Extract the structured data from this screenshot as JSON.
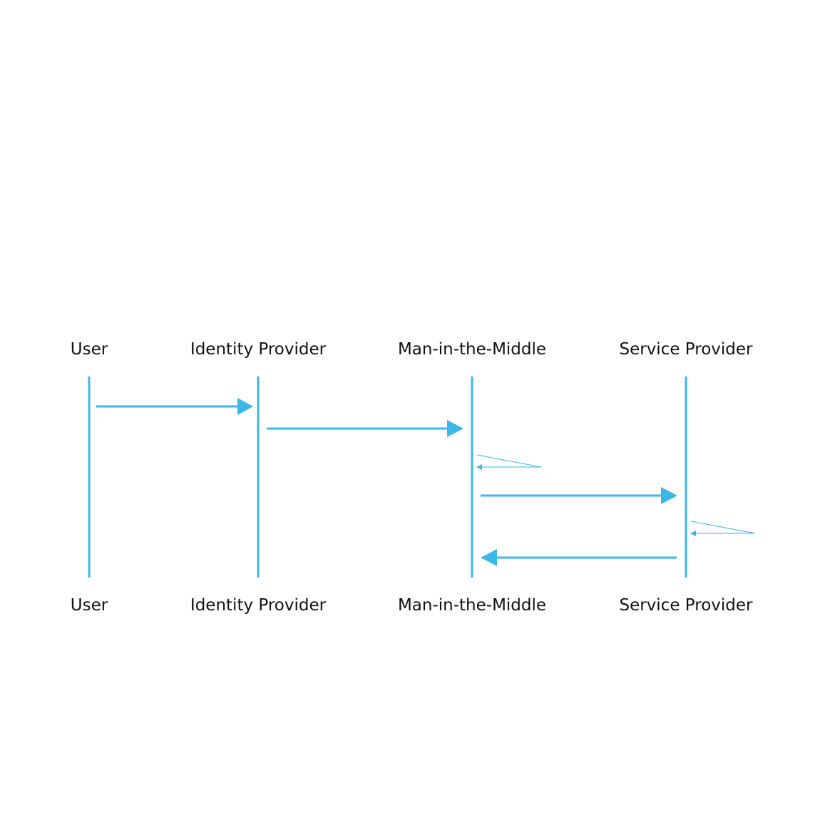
{
  "diagram": {
    "type": "sequence",
    "accent_color": "#3ab6e8",
    "text_color": "#111111",
    "participants": [
      {
        "id": "user",
        "label": "User"
      },
      {
        "id": "idp",
        "label": "Identity Provider"
      },
      {
        "id": "mitm",
        "label": "Man-in-the-Middle"
      },
      {
        "id": "sp",
        "label": "Service Provider"
      }
    ],
    "messages": [
      {
        "from": "user",
        "to": "idp",
        "kind": "message"
      },
      {
        "from": "idp",
        "to": "mitm",
        "kind": "message"
      },
      {
        "from": "mitm",
        "to": "mitm",
        "kind": "self"
      },
      {
        "from": "mitm",
        "to": "sp",
        "kind": "message"
      },
      {
        "from": "sp",
        "to": "sp",
        "kind": "self"
      },
      {
        "from": "sp",
        "to": "mitm",
        "kind": "message"
      }
    ]
  }
}
